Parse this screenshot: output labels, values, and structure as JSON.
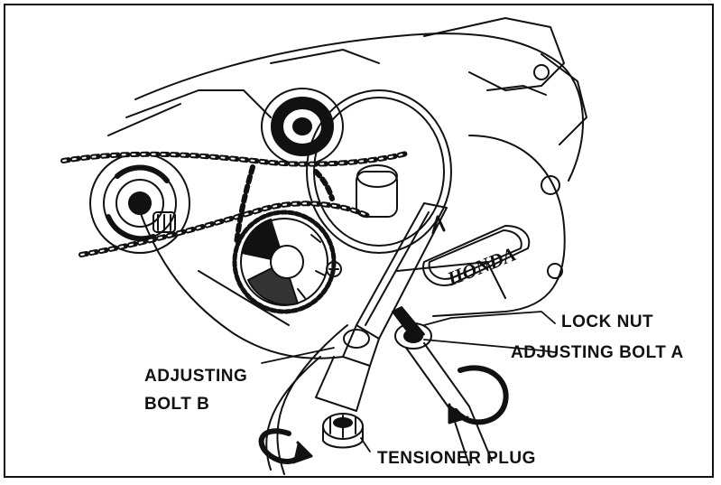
{
  "figure": {
    "brand_badge_text": "HONDA",
    "labels": {
      "lock_nut": "LOCK NUT",
      "adjusting_bolt_a": "ADJUSTING BOLT A",
      "adjusting_bolt_b_line1": "ADJUSTING",
      "adjusting_bolt_b_line2": "BOLT B",
      "tensioner_plug": "TENSIONER PLUG"
    },
    "colors": {
      "ink": "#111111",
      "paper": "#ffffff"
    }
  }
}
